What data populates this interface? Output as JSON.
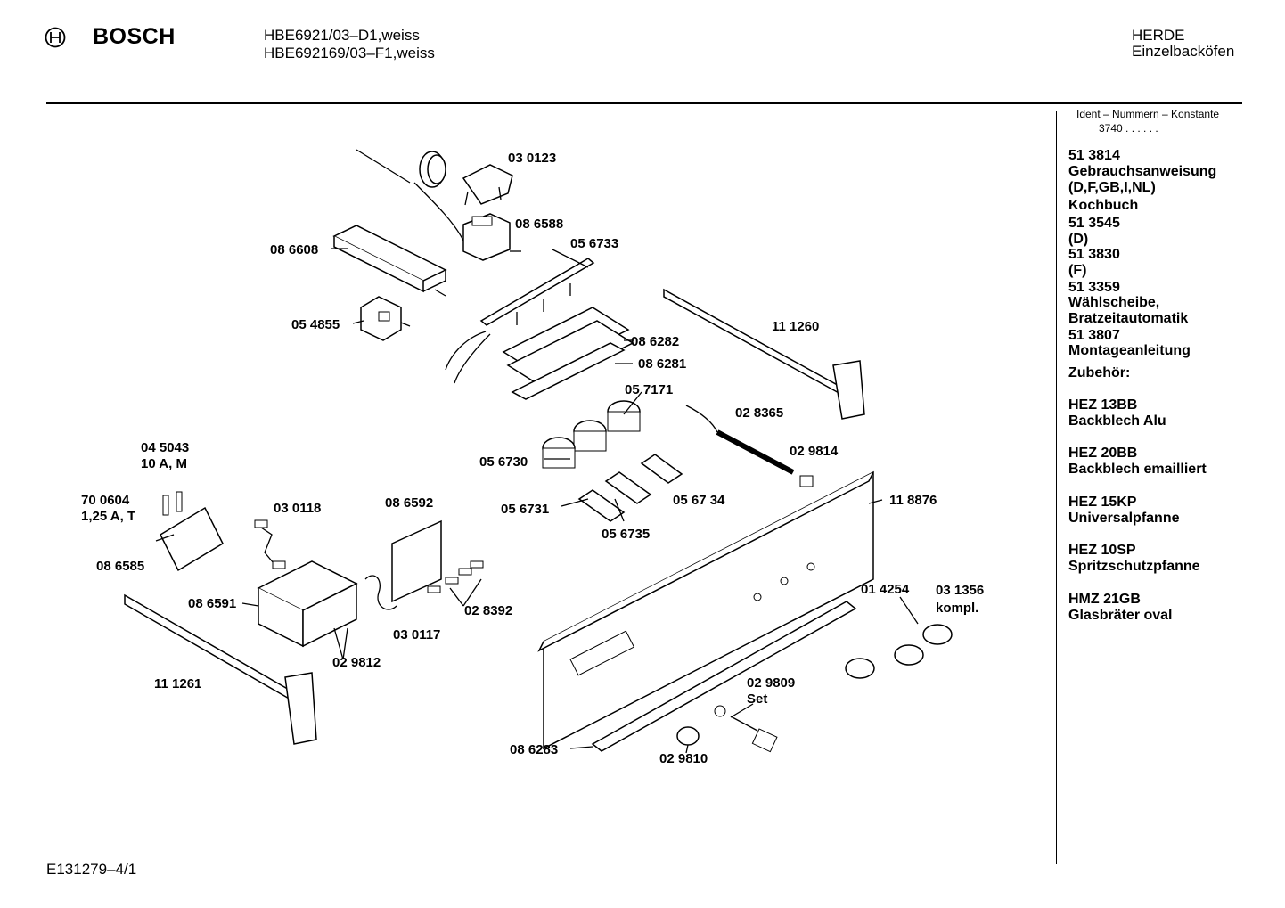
{
  "header": {
    "brand": "BOSCH",
    "models": [
      "HBE6921/03–D1,weiss",
      "HBE692169/03–F1,weiss"
    ],
    "category": [
      "HERDE",
      "Einzelbacköfen"
    ]
  },
  "ident": {
    "label": "Ident – Nummern – Konstante",
    "value": "3740 . . . . . ."
  },
  "side_list": [
    "51 3814",
    "Gebrauchsanweisung",
    "(D,F,GB,I,NL)",
    "Kochbuch",
    "51 3545",
    "(D)",
    "51 3830",
    "(F)",
    "51 3359",
    "Wählscheibe,",
    "Bratzeitautomatik",
    "51 3807",
    "Montageanleitung",
    "Zubehör:",
    "HEZ 13BB",
    "Backblech Alu",
    "HEZ 20BB",
    "Backblech emailliert",
    "HEZ 15KP",
    "Universalpfanne",
    "HEZ 10SP",
    "Spritzschutzpfanne",
    "HMZ 21GB",
    "Glasbräter oval"
  ],
  "part_labels": [
    "03 0123",
    "08 6588",
    "08 6608",
    "05 6733",
    "05 4855",
    "08 6282",
    "08 6281",
    "11 1260",
    "05 7171",
    "02 8365",
    "02 9814",
    "05 6730",
    "05 6731",
    "05 67 34",
    "05 6735",
    "11 8876",
    "04 5043",
    "10 A, M",
    "70 0604",
    "1,25 A, T",
    "03 0118",
    "08 6592",
    "08 6585",
    "08 6591",
    "02 8392",
    "03 0117",
    "02 9812",
    "11 1261",
    "01 4254",
    "03 1356",
    "kompl.",
    "02 9809",
    "Set",
    "08 6283",
    "02 9810"
  ],
  "footer": {
    "code": "E131279–4/1"
  }
}
